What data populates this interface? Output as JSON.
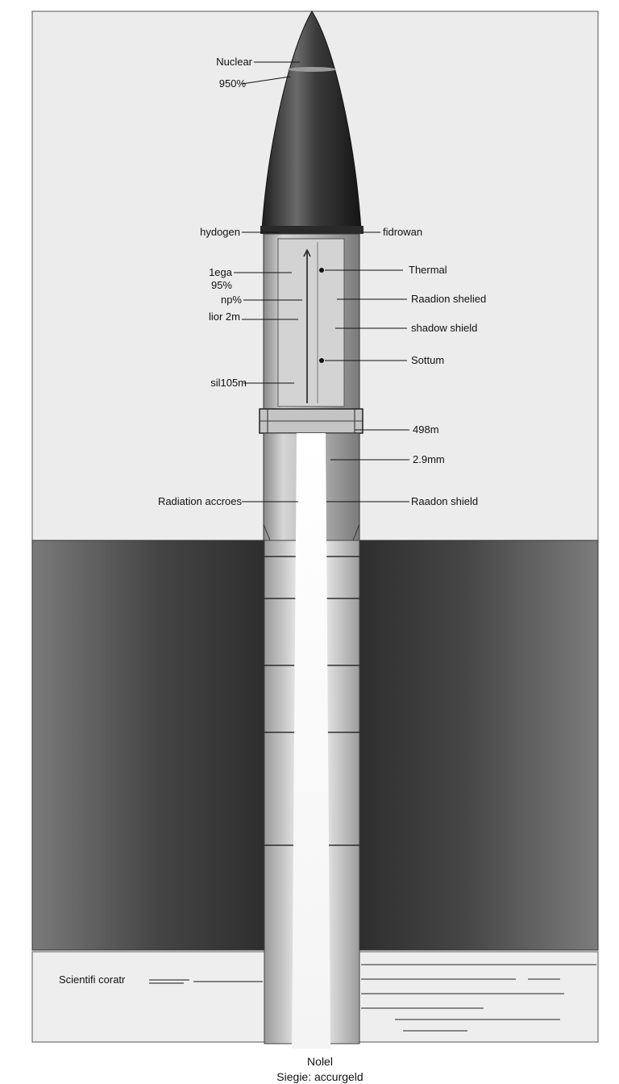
{
  "colors": {
    "paper": "#ffffff",
    "upper_panel": "#ececec",
    "dark_panel": "#5c5c5c",
    "nose_dark": "#2b2b2b",
    "metal": "#bdbdbd",
    "ink": "#111111"
  },
  "labels": {
    "nuclear": "Nuclear",
    "pct_top": "950%",
    "hydogen": "hydogen",
    "fidrowan": "fidrowan",
    "tega": "1ega",
    "pct_mid": "95%",
    "nps": "np%",
    "lior": "lior 2m",
    "sil": "sil105m",
    "thermal": "Thermal",
    "raadion_1": "Raadion shelied",
    "shadow": "shadow shield",
    "sottum": "Sottum",
    "d498": "498m",
    "d29": "2.9mm",
    "rad_access": "Radiation accroes",
    "raadion_2": "Raadon shield",
    "scientific": "Scientifi coratr"
  },
  "caption": {
    "line1": "Nolel",
    "line2": "Siegie: accurgeld"
  }
}
